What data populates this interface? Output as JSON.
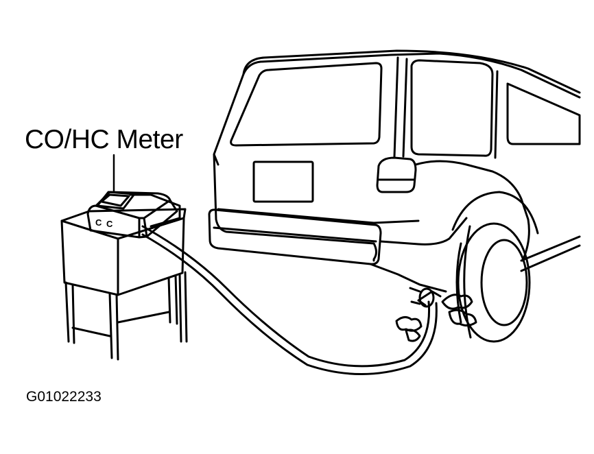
{
  "diagram": {
    "meter_label": "CO/HC Meter",
    "figure_id": "G01022233",
    "meter_button_left": "C",
    "meter_button_right": "C"
  },
  "colors": {
    "ink": "#000000",
    "paper": "#ffffff"
  }
}
